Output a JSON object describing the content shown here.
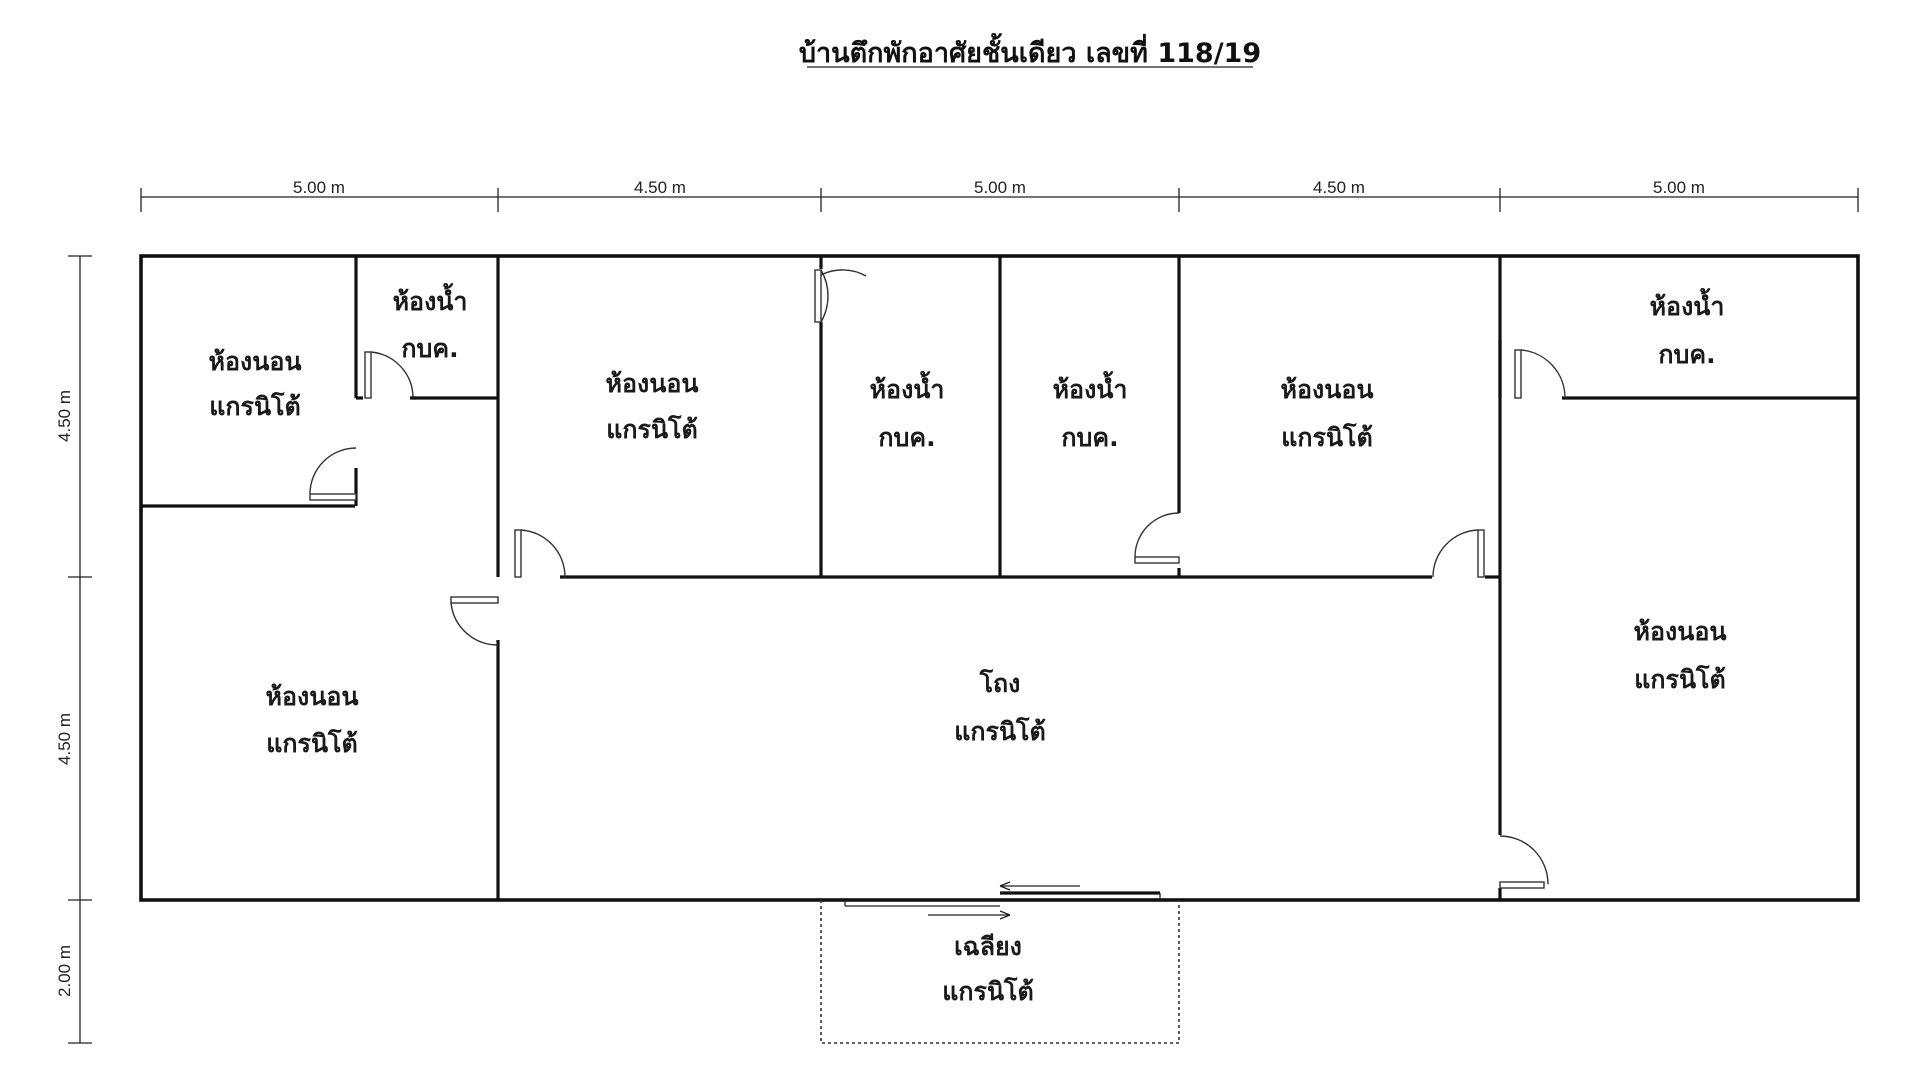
{
  "title": "บ้านตึกพักอาศัยชั้นเดียว เลขที่ 118/19",
  "dimensions": {
    "top": [
      "5.00 m",
      "4.50 m",
      "5.00 m",
      "4.50 m",
      "5.00 m"
    ],
    "left": [
      "4.50 m",
      "4.50 m",
      "2.00 m"
    ]
  },
  "rooms": {
    "bedroom_1": {
      "line1": "ห้องนอน",
      "line2": "แกรนิโต้"
    },
    "bath_1": {
      "line1": "ห้องน้ำ",
      "line2": "กบค."
    },
    "bedroom_2": {
      "line1": "ห้องนอน",
      "line2": "แกรนิโต้"
    },
    "bath_2": {
      "line1": "ห้องน้ำ",
      "line2": "กบค."
    },
    "bath_3": {
      "line1": "ห้องน้ำ",
      "line2": "กบค."
    },
    "bedroom_3": {
      "line1": "ห้องนอน",
      "line2": "แกรนิโต้"
    },
    "bath_4": {
      "line1": "ห้องน้ำ",
      "line2": "กบค."
    },
    "bedroom_4": {
      "line1": "ห้องนอน",
      "line2": "แกรนิโต้"
    },
    "hall": {
      "line1": "โถง",
      "line2": "แกรนิโต้"
    },
    "bedroom_5": {
      "line1": "ห้องนอน",
      "line2": "แกรนิโต้"
    },
    "porch": {
      "line1": "เฉลียง",
      "line2": "แกรนิโต้"
    }
  }
}
